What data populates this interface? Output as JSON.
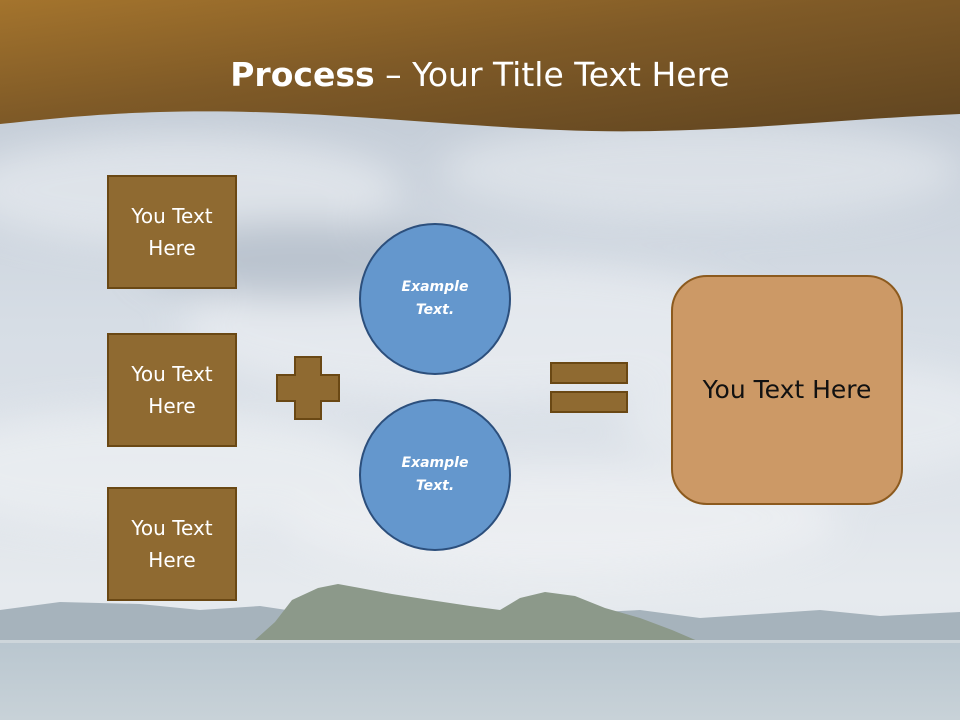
{
  "header": {
    "title_bold": "Process",
    "title_rest": " – Your Title Text Here"
  },
  "inputs": [
    {
      "label": "You Text Here"
    },
    {
      "label": "You Text Here"
    },
    {
      "label": "You Text Here"
    }
  ],
  "examples": [
    {
      "label": "Example Text."
    },
    {
      "label": "Example Text."
    }
  ],
  "result": {
    "label": "You Text Here"
  },
  "colors": {
    "header_band": "#8a6128",
    "box_fill": "#8f6a31",
    "circle_fill": "#6497cd",
    "result_fill": "#cc9966"
  }
}
